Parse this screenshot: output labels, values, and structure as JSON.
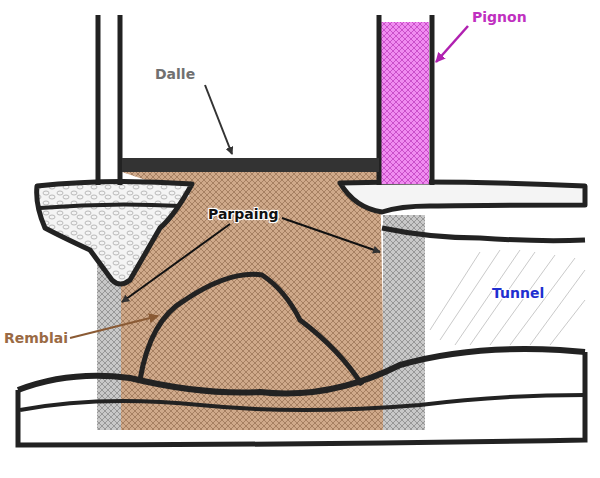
{
  "diagram": {
    "labels": [
      "Pignon",
      "Dalle",
      "Parpaing",
      "Tunnel",
      "Remblai"
    ]
  }
}
